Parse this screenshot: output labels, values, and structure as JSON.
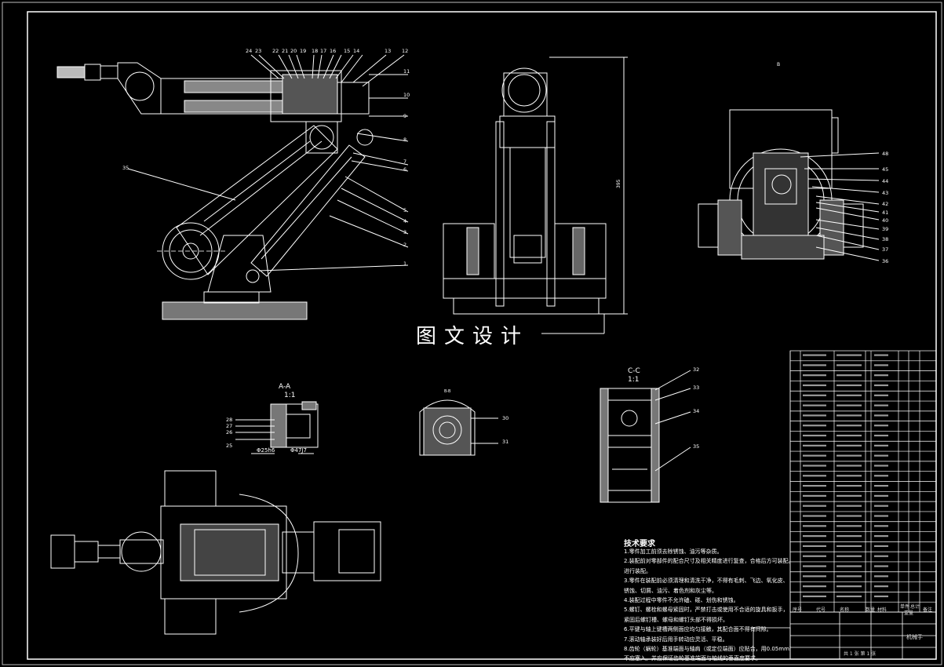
{
  "watermark": "图文设计",
  "sections": {
    "aa_title": "A-A",
    "aa_scale": "1:1",
    "cc_title": "C-C",
    "cc_scale": "1:1",
    "dim_left": "Φ25h6",
    "dim_right": "Φ47J7"
  },
  "balloons_top": [
    "24",
    "23",
    "22",
    "21",
    "20",
    "19",
    "18",
    "17",
    "16",
    "15",
    "14",
    "13",
    "12"
  ],
  "balloons_right_arm": [
    "11",
    "10",
    "9",
    "8",
    "7",
    "6",
    "5",
    "4",
    "3",
    "2",
    "1"
  ],
  "balloons_base": [
    "48",
    "45",
    "44",
    "43",
    "42",
    "41",
    "40",
    "39",
    "38",
    "37",
    "36"
  ],
  "balloon_arm_link": "35",
  "balloons_section_aa": [
    "28",
    "27",
    "26",
    "25"
  ],
  "balloons_section_b": [
    "30",
    "31"
  ],
  "balloons_section_cc": [
    "32",
    "33",
    "34",
    "35"
  ],
  "tech_requirements": {
    "title": "技术要求",
    "lines": [
      "1.零件加工前须去除锈蚀、油污等杂质。",
      "2.装配前对零部件的配合尺寸及相关精度进行复查，合格后方可装配。",
      "  进行装配。",
      "3.零件在装配前必须清理和清洗干净，不得有毛刺、飞边、氧化皮、",
      "  锈蚀、切屑、油污、着色剂和灰尘等。",
      "4.装配过程中零件不允许磕、碰、划伤和锈蚀。",
      "5.螺钉、螺栓和螺母紧固时，严禁打击或使用不合适的旋具和扳手，",
      "  紧固后螺钉槽、螺母和螺钉头部不得损坏。",
      "6.平键与轴上键槽两侧面应均匀接触，其配合面不得有间隙。",
      "7.滚动轴承装好后用手转动应灵活、平稳。",
      "8.齿轮（蜗轮）基准端面与轴肩（或定位端面）应贴合，用0.05mm塞尺检查",
      "  不应塞入。并应保证齿轮基准端面与轴线的垂直度要求。"
    ]
  },
  "title_block": {
    "labels": [
      "序号",
      "代号",
      "名称",
      "数量",
      "材料",
      "单件",
      "总计",
      "重量",
      "备注"
    ],
    "drawing_title": "机械手",
    "sheet_info": "共 1 张  第 1 张"
  }
}
